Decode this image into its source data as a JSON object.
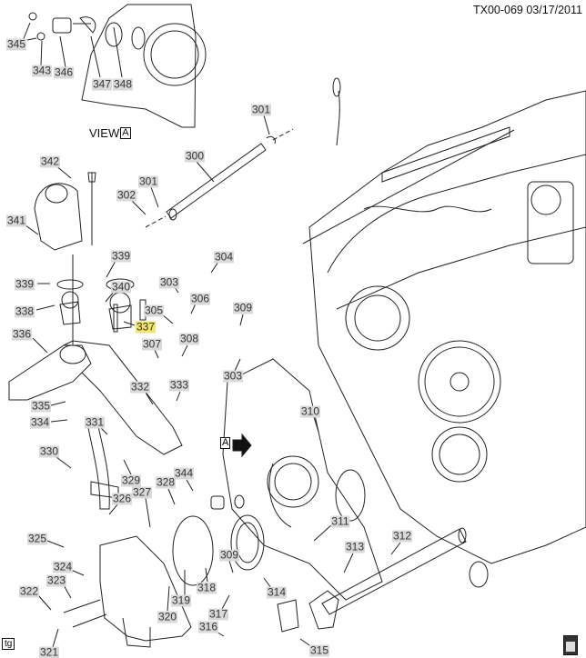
{
  "header": {
    "code": "TX00-069  03/17/2011"
  },
  "view": {
    "label": "VIEW",
    "letter": "A"
  },
  "arrow_letter": "A",
  "corner_tag": "tg",
  "highlight_color": "#f4e46a",
  "callouts": [
    {
      "id": "345"
    },
    {
      "id": "343"
    },
    {
      "id": "346"
    },
    {
      "id": "347"
    },
    {
      "id": "348"
    },
    {
      "id": "301"
    },
    {
      "id": "300"
    },
    {
      "id": "301"
    },
    {
      "id": "302"
    },
    {
      "id": "342"
    },
    {
      "id": "341"
    },
    {
      "id": "339"
    },
    {
      "id": "339"
    },
    {
      "id": "340"
    },
    {
      "id": "338"
    },
    {
      "id": "337",
      "highlighted": true
    },
    {
      "id": "336"
    },
    {
      "id": "304"
    },
    {
      "id": "303"
    },
    {
      "id": "306"
    },
    {
      "id": "305"
    },
    {
      "id": "309"
    },
    {
      "id": "307"
    },
    {
      "id": "308"
    },
    {
      "id": "303"
    },
    {
      "id": "332"
    },
    {
      "id": "333"
    },
    {
      "id": "335"
    },
    {
      "id": "334"
    },
    {
      "id": "331"
    },
    {
      "id": "310"
    },
    {
      "id": "330"
    },
    {
      "id": "329"
    },
    {
      "id": "328"
    },
    {
      "id": "344"
    },
    {
      "id": "326"
    },
    {
      "id": "327"
    },
    {
      "id": "325"
    },
    {
      "id": "311"
    },
    {
      "id": "312"
    },
    {
      "id": "313"
    },
    {
      "id": "309"
    },
    {
      "id": "318"
    },
    {
      "id": "314"
    },
    {
      "id": "324"
    },
    {
      "id": "323"
    },
    {
      "id": "322"
    },
    {
      "id": "319"
    },
    {
      "id": "320"
    },
    {
      "id": "317"
    },
    {
      "id": "316"
    },
    {
      "id": "315"
    },
    {
      "id": "321"
    }
  ]
}
